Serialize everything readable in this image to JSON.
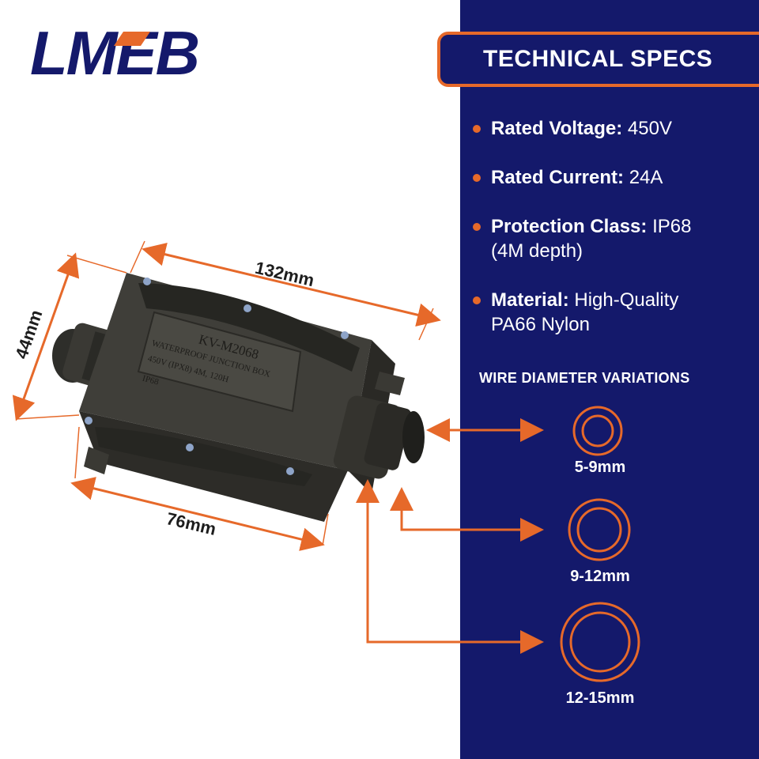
{
  "brand": {
    "logo_text": "LMEB",
    "accent": "#e6692a",
    "navy": "#14196b"
  },
  "header": {
    "title": "TECHNICAL SPECS"
  },
  "specs": [
    {
      "label": "Rated Voltage:",
      "value": "450V"
    },
    {
      "label": "Rated Current:",
      "value": "24A"
    },
    {
      "label": "Protection Class:",
      "value": "IP68 (4M depth)"
    },
    {
      "label": "Material:",
      "value": "High-Quality PA66 Nylon"
    }
  ],
  "wire": {
    "title": "WIRE DIAMETER VARIATIONS",
    "sizes": [
      "5-9mm",
      "9-12mm",
      "12-15mm"
    ]
  },
  "dimensions": {
    "length": "132mm",
    "height": "44mm",
    "width": "76mm"
  },
  "product": {
    "model": "KV-M2068",
    "line1": "WATERPROOF JUNCTION BOX",
    "line2": "450V  (IPX8) 4M, 120H",
    "marks": "IP68"
  }
}
